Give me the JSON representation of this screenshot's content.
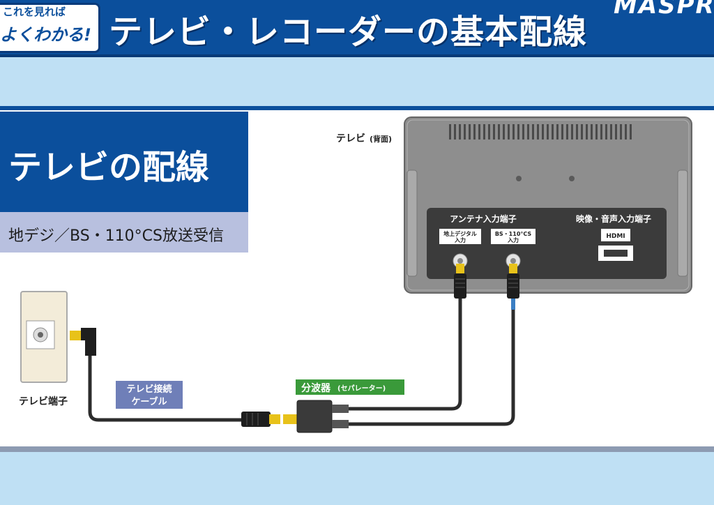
{
  "header": {
    "badge_top": "これを見れば",
    "badge_bottom": "よくわかる!",
    "title": "テレビ・レコーダーの基本配線",
    "logo": "MASPRO"
  },
  "section": {
    "title": "テレビの配線",
    "subtitle": "地デジ／BS・110°CS放送受信"
  },
  "diagram": {
    "tv_label": "テレビ",
    "tv_label_sub": "(背面)",
    "antenna_group": "アンテナ入力端子",
    "av_group": "映像・音声入力端子",
    "port_terrestrial_l1": "地上デジタル",
    "port_terrestrial_l2": "入力",
    "port_bs_l1": "BS・110°CS",
    "port_bs_l2": "入力",
    "hdmi": "HDMI",
    "wall_jack": "テレビ端子",
    "cable_l1": "テレビ接続",
    "cable_l2": "ケーブル",
    "separator": "分波器",
    "separator_sub": "(セパレーター)",
    "colors": {
      "cable_label_bg": "#6f7fb8",
      "separator_label_bg": "#3a9a3a",
      "tv_body": "#8e8e8e",
      "connector_gold": "#e8c21a"
    }
  }
}
